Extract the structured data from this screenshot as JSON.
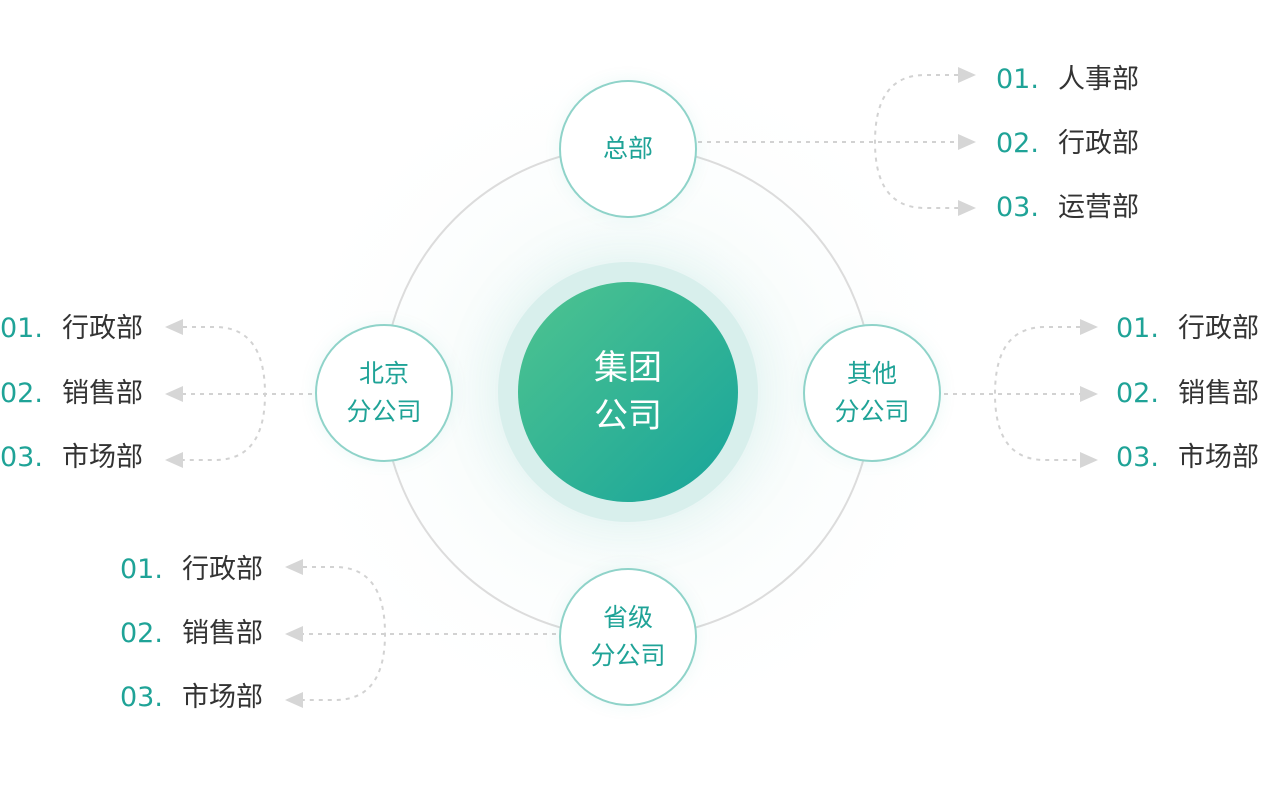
{
  "center": {
    "line1": "集团",
    "line2": "公司"
  },
  "branches": {
    "top": {
      "line1": "总部",
      "line2": "",
      "items": [
        {
          "num": "01.",
          "label": "人事部"
        },
        {
          "num": "02.",
          "label": "行政部"
        },
        {
          "num": "03.",
          "label": "运营部"
        }
      ]
    },
    "left": {
      "line1": "北京",
      "line2": "分公司",
      "items": [
        {
          "num": "01.",
          "label": "行政部"
        },
        {
          "num": "02.",
          "label": "销售部"
        },
        {
          "num": "03.",
          "label": "市场部"
        }
      ]
    },
    "right": {
      "line1": "其他",
      "line2": "分公司",
      "items": [
        {
          "num": "01.",
          "label": "行政部"
        },
        {
          "num": "02.",
          "label": "销售部"
        },
        {
          "num": "03.",
          "label": "市场部"
        }
      ]
    },
    "bottom": {
      "line1": "省级",
      "line2": "分公司",
      "items": [
        {
          "num": "01.",
          "label": "行政部"
        },
        {
          "num": "02.",
          "label": "销售部"
        },
        {
          "num": "03.",
          "label": "市场部"
        }
      ]
    }
  },
  "colors": {
    "accent": "#1fa397",
    "node_border": "#8fd3c9",
    "ring": "#dcdcdc",
    "connector": "#d2d2d2",
    "text": "#333333"
  }
}
